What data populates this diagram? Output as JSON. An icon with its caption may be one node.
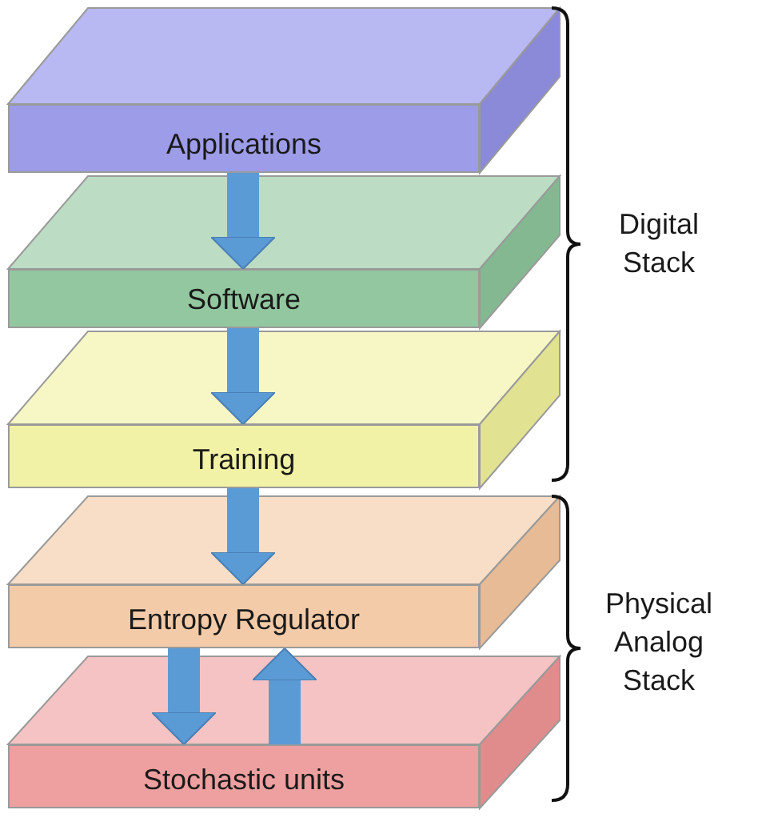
{
  "diagram": {
    "nodes": [
      {
        "text": [
          "Applications"
        ]
      },
      {
        "text": [
          "Software"
        ]
      },
      {
        "text": [
          "Training"
        ]
      },
      {
        "text": [
          "Entropy Regulator"
        ]
      },
      {
        "text": [
          "Stochastic units"
        ]
      }
    ],
    "edges": [
      {
        "from": 0,
        "to": 1,
        "arrow": "to"
      },
      {
        "from": 1,
        "to": 2,
        "arrow": "to"
      },
      {
        "from": 2,
        "to": 3,
        "arrow": "to"
      },
      {
        "from": 3,
        "to": 4,
        "arrow": "to"
      },
      {
        "from": 4,
        "to": 3,
        "arrow": "to"
      }
    ],
    "labels": [
      "Digital Stack",
      "Physical Analog Stack"
    ]
  }
}
